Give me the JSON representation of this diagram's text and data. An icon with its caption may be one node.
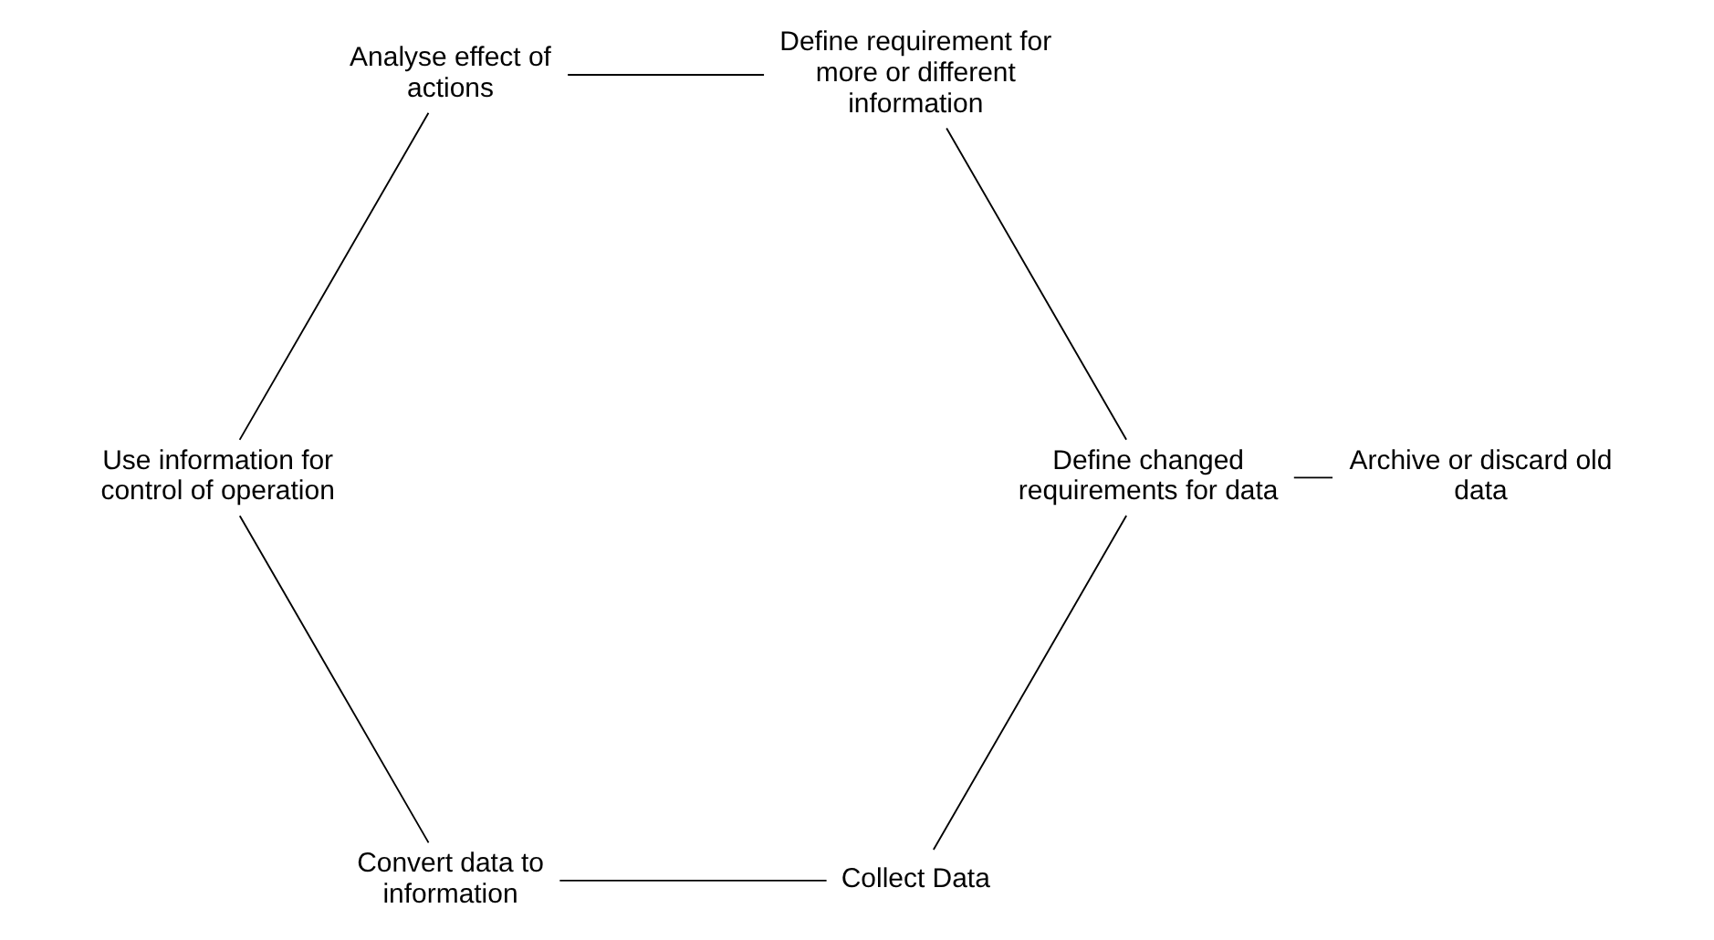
{
  "diagram": {
    "nodes": [
      {
        "text": [
          "Collect Data"
        ]
      },
      {
        "text": [
          "Archive or discard old data"
        ]
      },
      {
        "text": [
          "Convert data to information"
        ]
      },
      {
        "text": [
          "Define changed requirements for data"
        ]
      },
      {
        "text": [
          "Use information for control of operation"
        ]
      },
      {
        "text": [
          "Define requirement for more or different information"
        ]
      },
      {
        "text": [
          "Analyse effect of actions"
        ]
      }
    ],
    "edges": [
      {
        "from": 0,
        "to": 2,
        "arrow": "none"
      },
      {
        "from": 0,
        "to": 3,
        "arrow": "none"
      },
      {
        "from": 1,
        "to": 3,
        "arrow": "none"
      },
      {
        "from": 2,
        "to": 4,
        "arrow": "none"
      },
      {
        "from": 4,
        "to": 6,
        "arrow": "none"
      },
      {
        "from": 6,
        "to": 5,
        "arrow": "none"
      },
      {
        "from": 5,
        "to": 3,
        "arrow": "none"
      }
    ]
  }
}
